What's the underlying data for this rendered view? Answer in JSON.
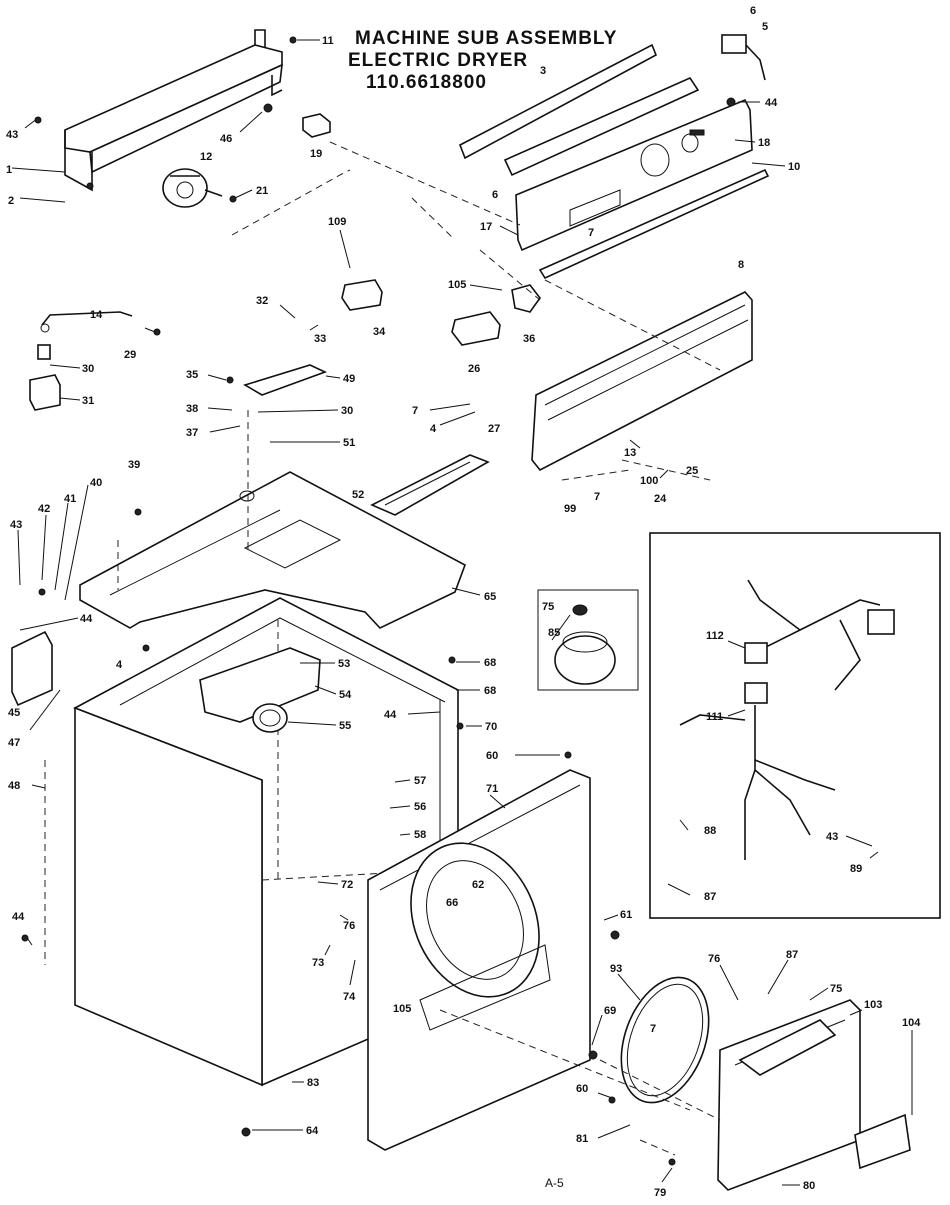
{
  "title": {
    "line1": "MACHINE SUB ASSEMBLY",
    "line2": "ELECTRIC DRYER",
    "line3": "110.6618800"
  },
  "footer": {
    "page": "A-5"
  },
  "labels": [
    {
      "id": "l11a",
      "text": "11"
    },
    {
      "id": "l43a",
      "text": "43"
    },
    {
      "id": "l1",
      "text": "1"
    },
    {
      "id": "l2",
      "text": "2"
    },
    {
      "id": "l12",
      "text": "12"
    },
    {
      "id": "l21",
      "text": "21"
    },
    {
      "id": "l46",
      "text": "46"
    },
    {
      "id": "l19",
      "text": "19"
    },
    {
      "id": "l6a",
      "text": "6"
    },
    {
      "id": "l5",
      "text": "5"
    },
    {
      "id": "l3",
      "text": "3"
    },
    {
      "id": "l44a",
      "text": "44"
    },
    {
      "id": "l18",
      "text": "18"
    },
    {
      "id": "l10",
      "text": "10"
    },
    {
      "id": "l6b",
      "text": "6"
    },
    {
      "id": "l17",
      "text": "17"
    },
    {
      "id": "l7a",
      "text": "7"
    },
    {
      "id": "l109",
      "text": "109"
    },
    {
      "id": "l34",
      "text": "34"
    },
    {
      "id": "l105a",
      "text": "105"
    },
    {
      "id": "l36",
      "text": "36"
    },
    {
      "id": "l26",
      "text": "26"
    },
    {
      "id": "l8",
      "text": "8"
    },
    {
      "id": "l14",
      "text": "14"
    },
    {
      "id": "l29",
      "text": "29"
    },
    {
      "id": "l30a",
      "text": "30"
    },
    {
      "id": "l31",
      "text": "31"
    },
    {
      "id": "l32",
      "text": "32"
    },
    {
      "id": "l33",
      "text": "33"
    },
    {
      "id": "l35",
      "text": "35"
    },
    {
      "id": "l49",
      "text": "49"
    },
    {
      "id": "l38",
      "text": "38"
    },
    {
      "id": "l30b",
      "text": "30"
    },
    {
      "id": "l37",
      "text": "37"
    },
    {
      "id": "l51",
      "text": "51"
    },
    {
      "id": "l7b",
      "text": "7"
    },
    {
      "id": "l4a",
      "text": "4"
    },
    {
      "id": "l27",
      "text": "27"
    },
    {
      "id": "l13",
      "text": "13"
    },
    {
      "id": "l25",
      "text": "25"
    },
    {
      "id": "l100",
      "text": "100"
    },
    {
      "id": "l24",
      "text": "24"
    },
    {
      "id": "l99",
      "text": "99"
    },
    {
      "id": "l7c",
      "text": "7"
    },
    {
      "id": "l52",
      "text": "52"
    },
    {
      "id": "l39",
      "text": "39"
    },
    {
      "id": "l40",
      "text": "40"
    },
    {
      "id": "l41",
      "text": "41"
    },
    {
      "id": "l42",
      "text": "42"
    },
    {
      "id": "l43b",
      "text": "43"
    },
    {
      "id": "l65",
      "text": "65"
    },
    {
      "id": "l44b",
      "text": "44"
    },
    {
      "id": "l4b",
      "text": "4"
    },
    {
      "id": "l53",
      "text": "53"
    },
    {
      "id": "l54",
      "text": "54"
    },
    {
      "id": "l55",
      "text": "55"
    },
    {
      "id": "l45",
      "text": "45"
    },
    {
      "id": "l47",
      "text": "47"
    },
    {
      "id": "l48",
      "text": "48"
    },
    {
      "id": "l44c",
      "text": "44"
    },
    {
      "id": "l68a",
      "text": "68"
    },
    {
      "id": "l68b",
      "text": "68"
    },
    {
      "id": "l44d",
      "text": "44"
    },
    {
      "id": "l70",
      "text": "70"
    },
    {
      "id": "l60a",
      "text": "60"
    },
    {
      "id": "l71",
      "text": "71"
    },
    {
      "id": "l57",
      "text": "57"
    },
    {
      "id": "l56",
      "text": "56"
    },
    {
      "id": "l58",
      "text": "58"
    },
    {
      "id": "l72",
      "text": "72"
    },
    {
      "id": "l62",
      "text": "62"
    },
    {
      "id": "l66",
      "text": "66"
    },
    {
      "id": "l61",
      "text": "61"
    },
    {
      "id": "l76a",
      "text": "76"
    },
    {
      "id": "l73",
      "text": "73"
    },
    {
      "id": "l74",
      "text": "74"
    },
    {
      "id": "l105b",
      "text": "105"
    },
    {
      "id": "l69",
      "text": "69"
    },
    {
      "id": "l83",
      "text": "83"
    },
    {
      "id": "l64",
      "text": "64"
    },
    {
      "id": "l75",
      "text": "75"
    },
    {
      "id": "l85",
      "text": "85"
    },
    {
      "id": "l112",
      "text": "112"
    },
    {
      "id": "l111",
      "text": "111"
    },
    {
      "id": "l88",
      "text": "88"
    },
    {
      "id": "l43c",
      "text": "43"
    },
    {
      "id": "l89",
      "text": "89"
    },
    {
      "id": "l87a",
      "text": "87"
    },
    {
      "id": "l93",
      "text": "93"
    },
    {
      "id": "l76b",
      "text": "76"
    },
    {
      "id": "l87b",
      "text": "87"
    },
    {
      "id": "l75b",
      "text": "75"
    },
    {
      "id": "l103",
      "text": "103"
    },
    {
      "id": "l104",
      "text": "104"
    },
    {
      "id": "l7d",
      "text": "7"
    },
    {
      "id": "l60b",
      "text": "60"
    },
    {
      "id": "l81",
      "text": "81"
    },
    {
      "id": "l79",
      "text": "79"
    },
    {
      "id": "l80",
      "text": "80"
    }
  ]
}
